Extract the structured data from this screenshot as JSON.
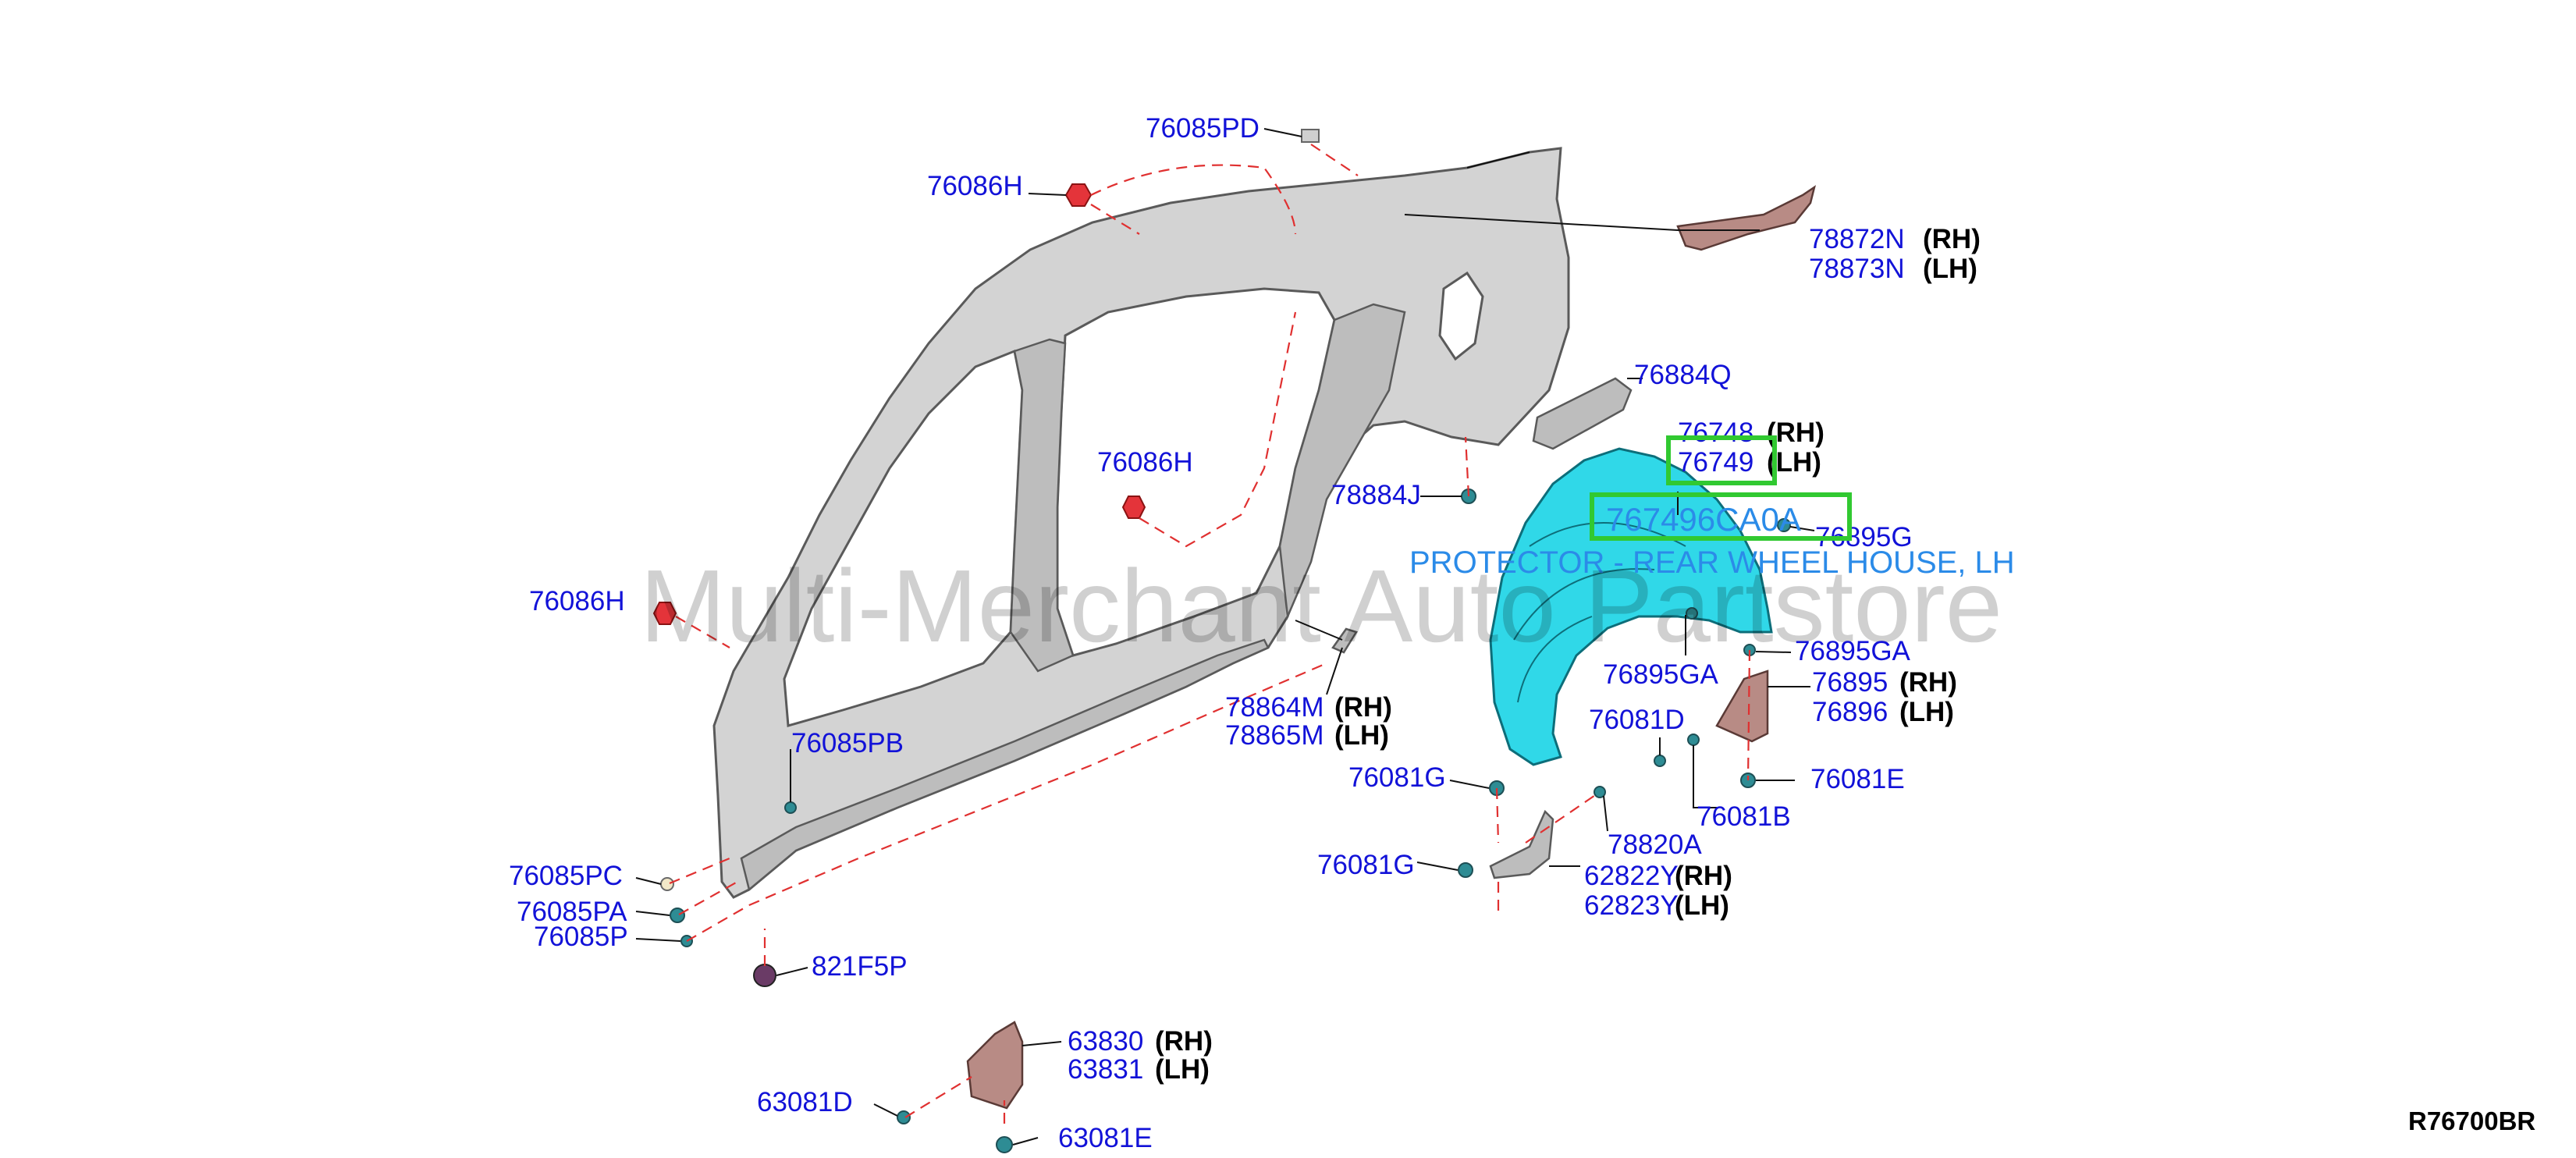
{
  "diagram_code": "R76700BR",
  "watermark": "Multi-Merchant Auto Partstore",
  "highlight": {
    "part_code": "767496CA0A",
    "description": "PROTECTOR - REAR WHEEL HOUSE, LH"
  },
  "labels": {
    "p76085PD": "76085PD",
    "p76086H_top": "76086H",
    "p76086H_mid": "76086H",
    "p76086H_left": "76086H",
    "p78872N": "78872N",
    "p78873N": "78873N",
    "p76884Q": "76884Q",
    "p76748": "76748",
    "p76749": "76749",
    "p78884J": "78884J",
    "p76895G": "76895G",
    "p76895GA_right": "76895GA",
    "p76895GA_left": "76895GA",
    "p76895": "76895",
    "p76896": "76896",
    "p76081D": "76081D",
    "p76081E": "76081E",
    "p76081B": "76081B",
    "p76081G_top": "76081G",
    "p76081G_bottom": "76081G",
    "p78820A": "78820A",
    "p62822Y": "62822Y",
    "p62823Y": "62823Y",
    "p78864M": "78864M",
    "p78865M": "78865M",
    "p76085PB": "76085PB",
    "p76085PC": "76085PC",
    "p76085PA": "76085PA",
    "p76085P": "76085P",
    "p821F5P": "821F5P",
    "p63830": "63830",
    "p63831": "63831",
    "p63081D": "63081D",
    "p63081E": "63081E"
  },
  "sides": {
    "rh": "(RH)",
    "lh": "(LH)"
  },
  "colors": {
    "label_blue": "#1212d8",
    "highlight_green": "#31c931",
    "protector_cyan": "#30d8e8",
    "description_blue": "#2b8be8"
  }
}
